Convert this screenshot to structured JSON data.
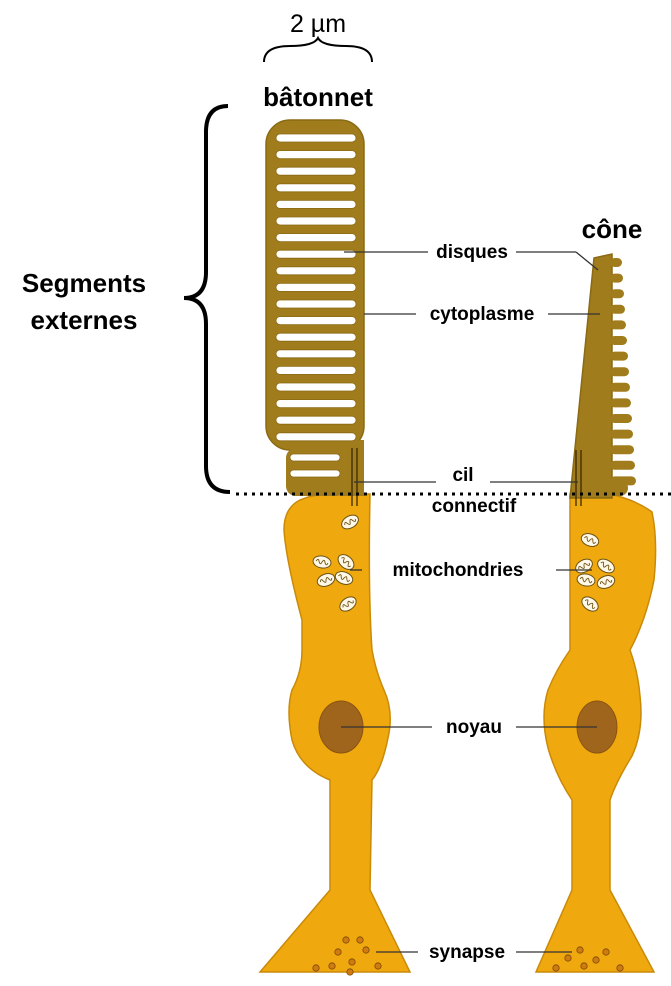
{
  "scale_label": "2 µm",
  "cell_titles": {
    "rod": "bâtonnet",
    "cone": "cône"
  },
  "bracket_label": {
    "line1": "Segments",
    "line2": "externes"
  },
  "labels": {
    "disques": "disques",
    "cytoplasme": "cytoplasme",
    "cil_line1": "cil",
    "cil_line2": "connectif",
    "mitochondries": "mitochondries",
    "noyau": "noyau",
    "synapse": "synapse"
  },
  "colors": {
    "outer_segment": "#a07c1c",
    "inner_segment": "#f0a80f",
    "nucleus": "#a0651c",
    "outline": "#8a6a14"
  }
}
